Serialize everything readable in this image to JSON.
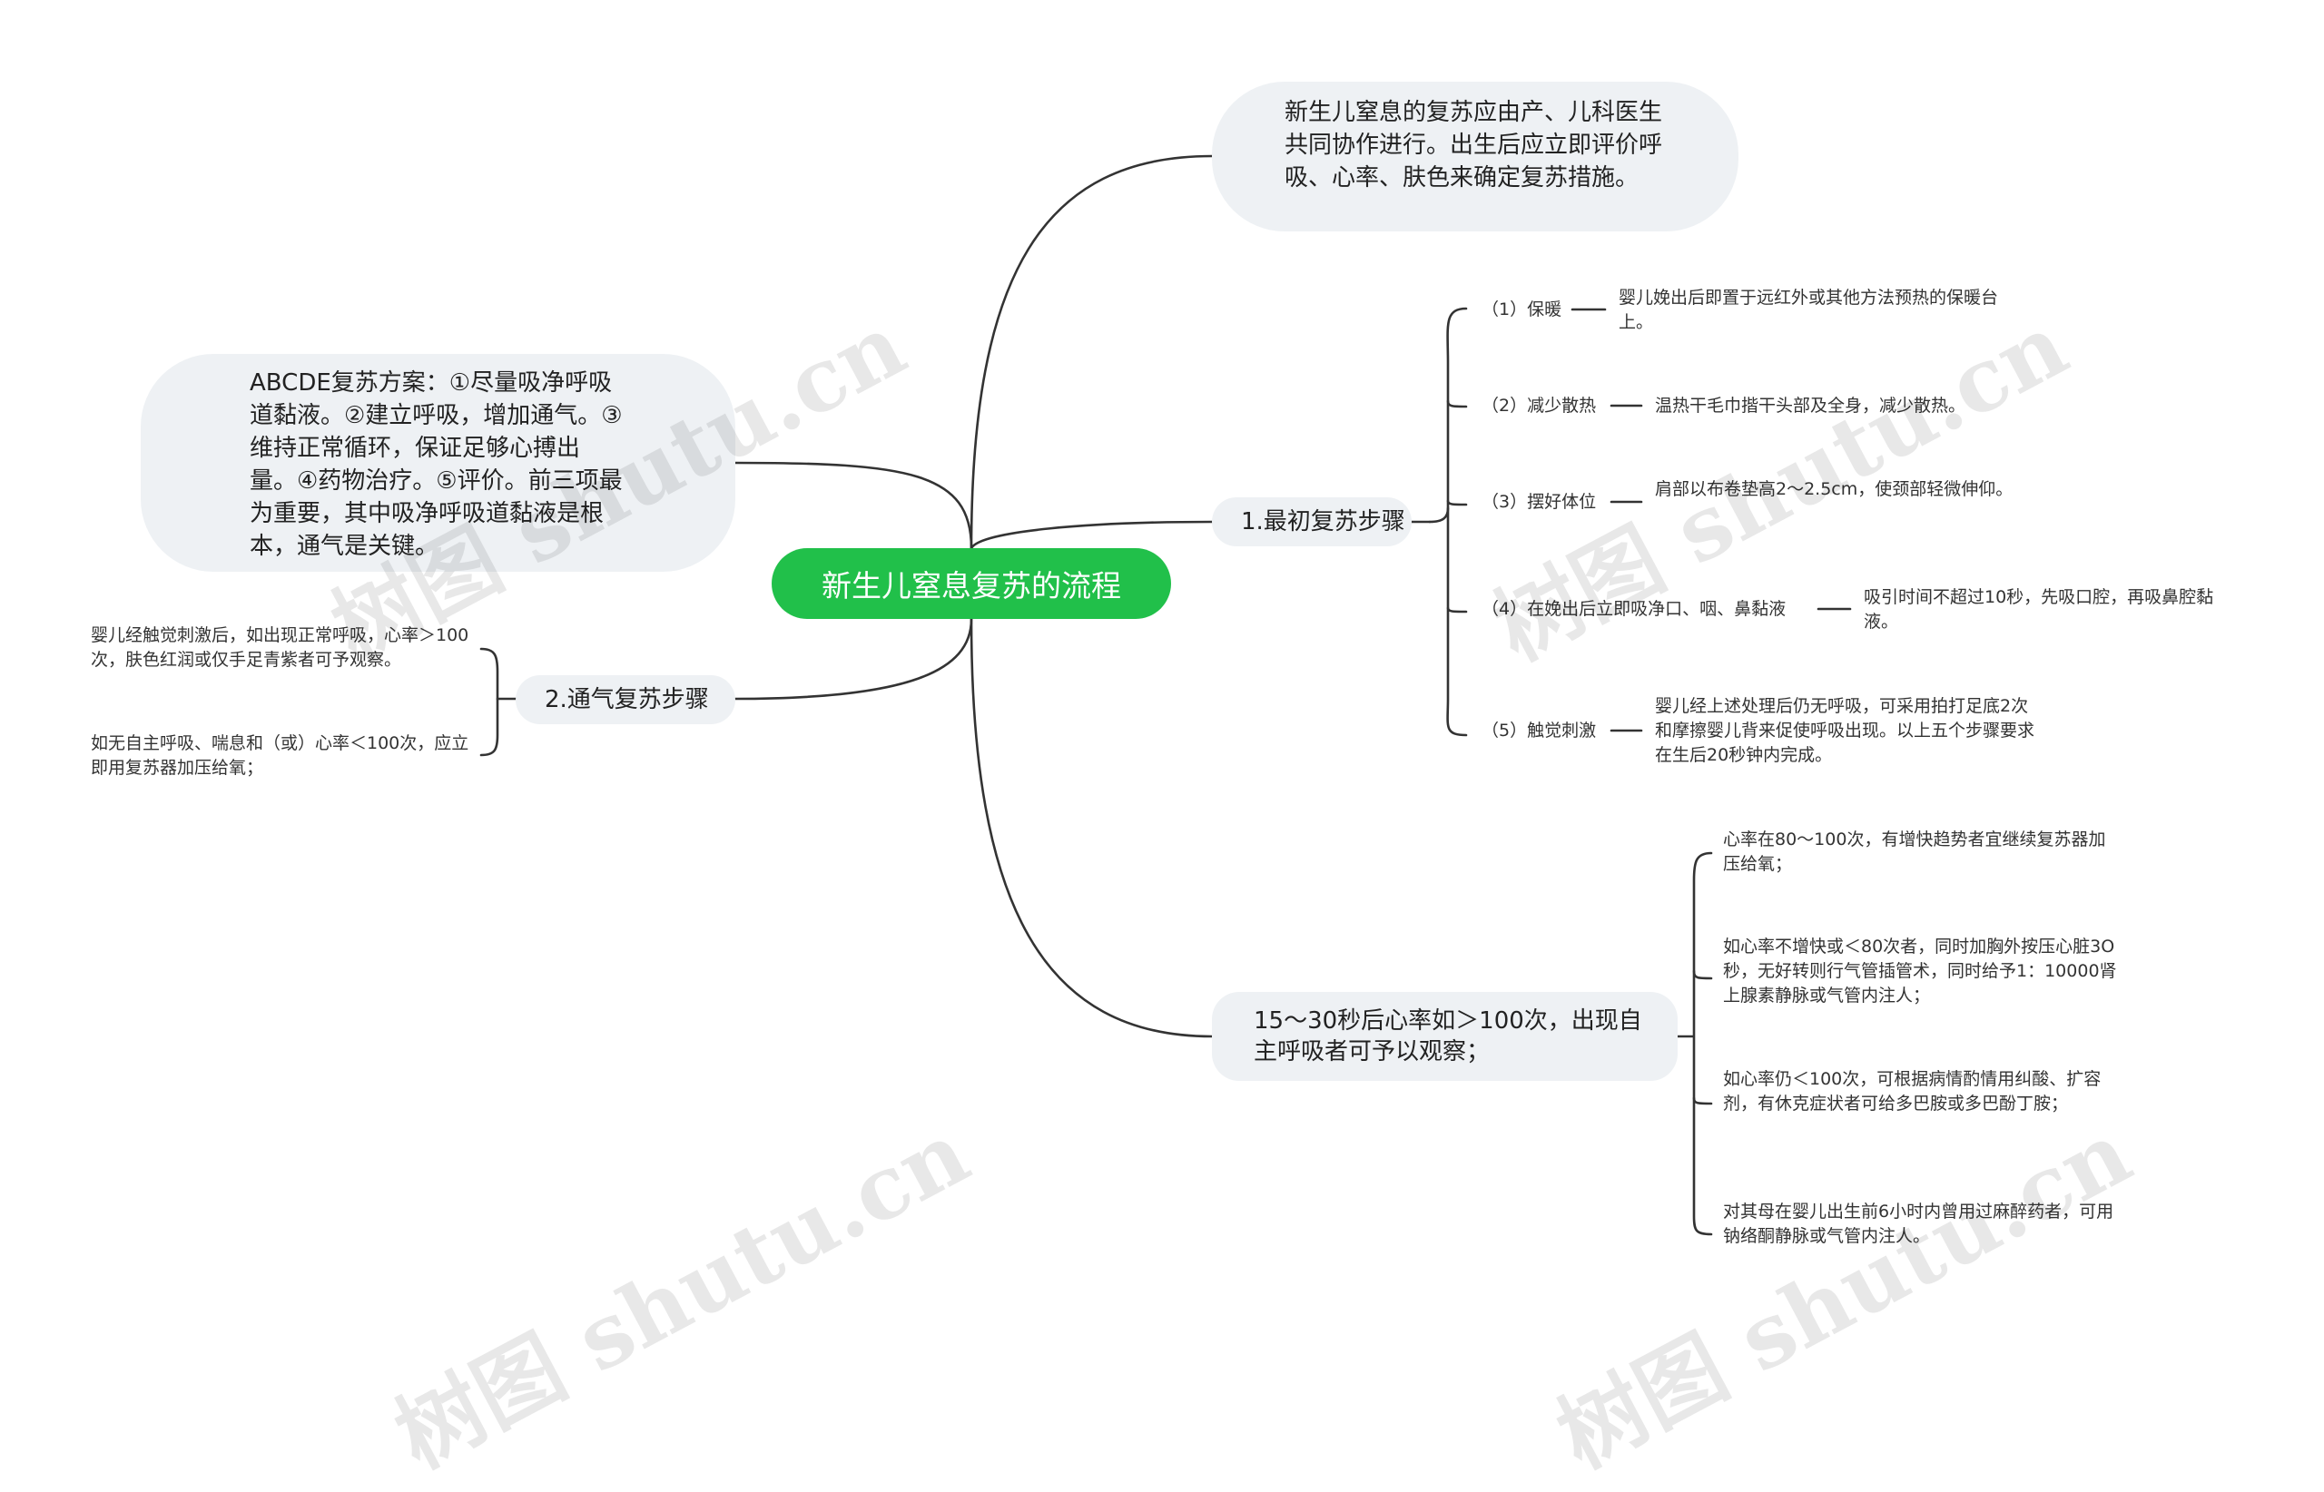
{
  "root": {
    "title": "新生儿窒息复苏的流程"
  },
  "intro": {
    "text": "新生儿窒息的复苏应由产、儿科医生共同协作进行。出生后应立即评价呼吸、心率、肤色来确定复苏措施。"
  },
  "abcde": {
    "text": "ABCDE复苏方案：①尽量吸净呼吸道黏液。②建立呼吸，增加通气。③维持正常循环，保证足够心搏出量。④药物治疗。⑤评价。前三项最为重要，其中吸净呼吸道黏液是根本，通气是关键。"
  },
  "initial": {
    "label": "1.最初复苏步骤",
    "steps": [
      {
        "label": "（1）保暖",
        "detail": "婴儿娩出后即置于远红外或其他方法预热的保暖台上。"
      },
      {
        "label": "（2）减少散热",
        "detail": "温热干毛巾揩干头部及全身，减少散热。"
      },
      {
        "label": "（3）摆好体位",
        "detail": "肩部以布卷垫高2～2.5cm，使颈部轻微伸仰。"
      },
      {
        "label": "（4）在娩出后立即吸净口、咽、鼻黏液",
        "detail": "吸引时间不超过10秒，先吸口腔，再吸鼻腔黏液。"
      },
      {
        "label": "（5）触觉刺激",
        "detail": "婴儿经上述处理后仍无呼吸，可采用拍打足底2次和摩擦婴儿背来促使呼吸出现。以上五个步骤要求在生后20秒钟内完成。"
      }
    ]
  },
  "ventilation": {
    "label": "2.通气复苏步骤",
    "items": [
      "婴儿经触觉刺激后，如出现正常呼吸，心率＞100次，肤色红润或仅手足青紫者可予观察。",
      "如无自主呼吸、喘息和（或）心率＜100次，应立即用复苏器加压给氧；"
    ]
  },
  "heart": {
    "label": "15～30秒后心率如＞100次，出现自主呼吸者可予以观察；",
    "items": [
      "心率在80～100次，有增快趋势者宜继续复苏器加压给氧；",
      "如心率不增快或＜80次者，同时加胸外按压心脏3O秒，无好转则行气管插管术，同时给予1：10000肾上腺素静脉或气管内注人；",
      "如心率仍＜100次，可根据病情酌情用纠酸、扩容剂，有休克症状者可给多巴胺或多巴酚丁胺；",
      "对其母在婴儿出生前6小时内曾用过麻醉药者，可用钠络酮静脉或气管内注人。"
    ]
  },
  "watermark": {
    "text": "树图 shutu.cn"
  },
  "colors": {
    "root_fill": "#21c04a",
    "node_fill": "#eef1f4",
    "line": "#333333"
  }
}
